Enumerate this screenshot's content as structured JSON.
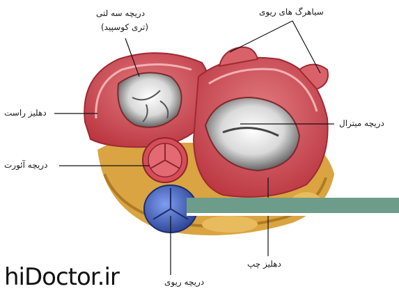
{
  "labels": {
    "tricuspid": "دریچه سه لتی",
    "tricuspid_sub": "(تری کوسپید)",
    "pulmonary_veins": "سیاهرگ های ریوی",
    "right_atrium": "دهلیز راست",
    "mitral": "دریچه میترال",
    "aortic": "دریچه آئورت",
    "left_atrium": "دهلیز چپ",
    "pulmonary_valve": "دریچه ریوی"
  },
  "watermark": "hiDoctor.ir",
  "colors": {
    "muscle": "#c9404a",
    "muscle_light": "#e6898c",
    "fat": "#d9a441",
    "valve_blue": "#3f5fc0",
    "band": "#6e9c8b"
  }
}
